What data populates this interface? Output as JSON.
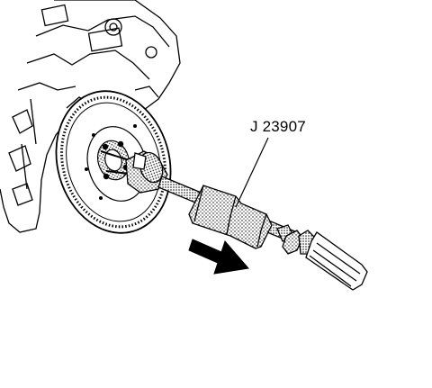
{
  "figure": {
    "callouts": [
      {
        "id": "tool",
        "text": "J 23907"
      }
    ],
    "parts": [
      "engine-block",
      "flywheel",
      "crankshaft-hub",
      "puller-adapter",
      "slide-hammer",
      "handle",
      "pull-direction-arrow"
    ],
    "colors": {
      "line": "#000000",
      "background": "#ffffff",
      "shade": "#9a9a9a"
    }
  }
}
